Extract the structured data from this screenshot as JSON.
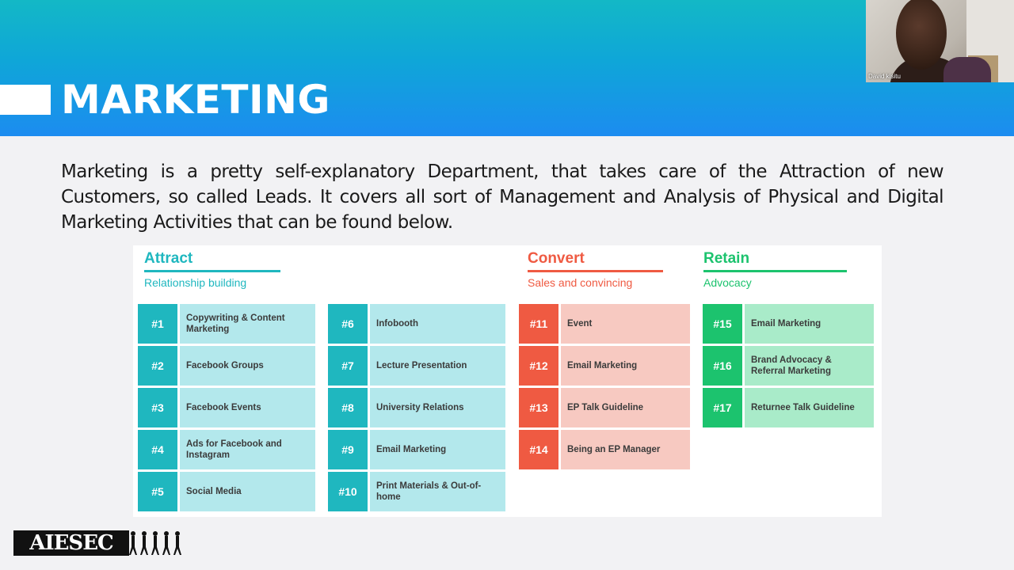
{
  "slide": {
    "title": "MARKETING",
    "paragraph": "Marketing is a pretty self-explanatory Department, that takes care of the Attraction of new Customers, so called Leads. It covers all sort of Management and Analysis of Physical and Digital Marketing Activities that can be found below."
  },
  "video": {
    "participant_name": "David kisitu"
  },
  "panel": {
    "sections": [
      {
        "title": "Attract",
        "subtitle": "Relationship building",
        "color": "#1fb7bf"
      },
      {
        "title": "Convert",
        "subtitle": "Sales and convincing",
        "color": "#ef5a42"
      },
      {
        "title": "Retain",
        "subtitle": "Advocacy",
        "color": "#1cc36e"
      }
    ],
    "items": [
      {
        "num": "#1",
        "label": "Copywriting & Content Marketing",
        "group": "attract"
      },
      {
        "num": "#2",
        "label": "Facebook Groups",
        "group": "attract"
      },
      {
        "num": "#3",
        "label": "Facebook Events",
        "group": "attract"
      },
      {
        "num": "#4",
        "label": "Ads for Facebook and Instagram",
        "group": "attract"
      },
      {
        "num": "#5",
        "label": "Social Media",
        "group": "attract"
      },
      {
        "num": "#6",
        "label": "Infobooth",
        "group": "attract"
      },
      {
        "num": "#7",
        "label": "Lecture Presentation",
        "group": "attract"
      },
      {
        "num": "#8",
        "label": "University Relations",
        "group": "attract"
      },
      {
        "num": "#9",
        "label": "Email Marketing",
        "group": "attract"
      },
      {
        "num": "#10",
        "label": "Print Materials & Out-of-home",
        "group": "attract"
      },
      {
        "num": "#11",
        "label": "Event",
        "group": "convert"
      },
      {
        "num": "#12",
        "label": "Email Marketing",
        "group": "convert"
      },
      {
        "num": "#13",
        "label": "EP Talk Guideline",
        "group": "convert"
      },
      {
        "num": "#14",
        "label": "Being an EP Manager",
        "group": "convert"
      },
      {
        "num": "#15",
        "label": "Email Marketing",
        "group": "retain"
      },
      {
        "num": "#16",
        "label": "Brand Advocacy & Referral Marketing",
        "group": "retain"
      },
      {
        "num": "#17",
        "label": "Returnee Talk Guideline",
        "group": "retain"
      }
    ]
  },
  "logo": {
    "text": "AIESEC"
  }
}
